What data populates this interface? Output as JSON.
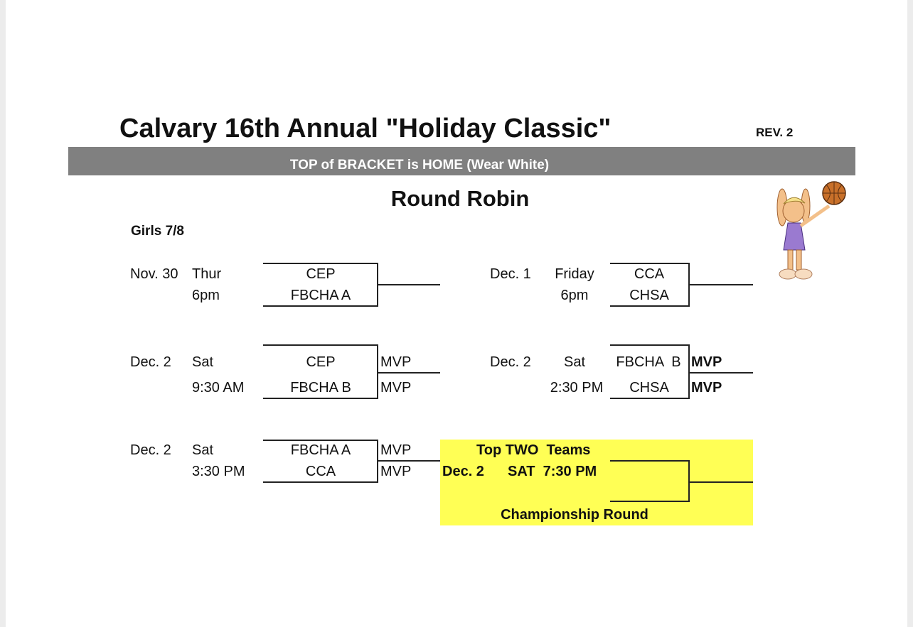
{
  "header": {
    "title": "Calvary 16th Annual \"Holiday Classic\"",
    "revision": "REV. 2",
    "banner": "TOP of BRACKET is HOME (Wear White)",
    "section": "Round Robin",
    "division": "Girls 7/8"
  },
  "games": [
    {
      "date": "Nov. 30",
      "day": "Thur",
      "time": "6pm",
      "home": "CEP",
      "away": "FBCHA A"
    },
    {
      "date": "Dec. 2",
      "day": "Sat",
      "time": "9:30 AM",
      "home": "CEP",
      "away": "FBCHA B",
      "mvp_home": "MVP",
      "mvp_away": "MVP"
    },
    {
      "date": "Dec. 2",
      "day": "Sat",
      "time": "3:30 PM",
      "home": "FBCHA A",
      "away": "CCA",
      "mvp_home": "MVP",
      "mvp_away": "MVP"
    },
    {
      "date": "Dec. 1",
      "day": "Friday",
      "time": "6pm",
      "home": "CCA",
      "away": "CHSA"
    },
    {
      "date": "Dec. 2",
      "day": "Sat",
      "time": "2:30 PM",
      "home": "FBCHA  B",
      "away": "CHSA",
      "mvp_home": "MVP",
      "mvp_away": "MVP"
    }
  ],
  "championship": {
    "label_top": "Top TWO  Teams",
    "date": "Dec. 2",
    "time": "SAT  7:30 PM",
    "label_bottom": "Championship Round"
  },
  "colors": {
    "banner": "#808080",
    "highlight": "#ffff55"
  }
}
